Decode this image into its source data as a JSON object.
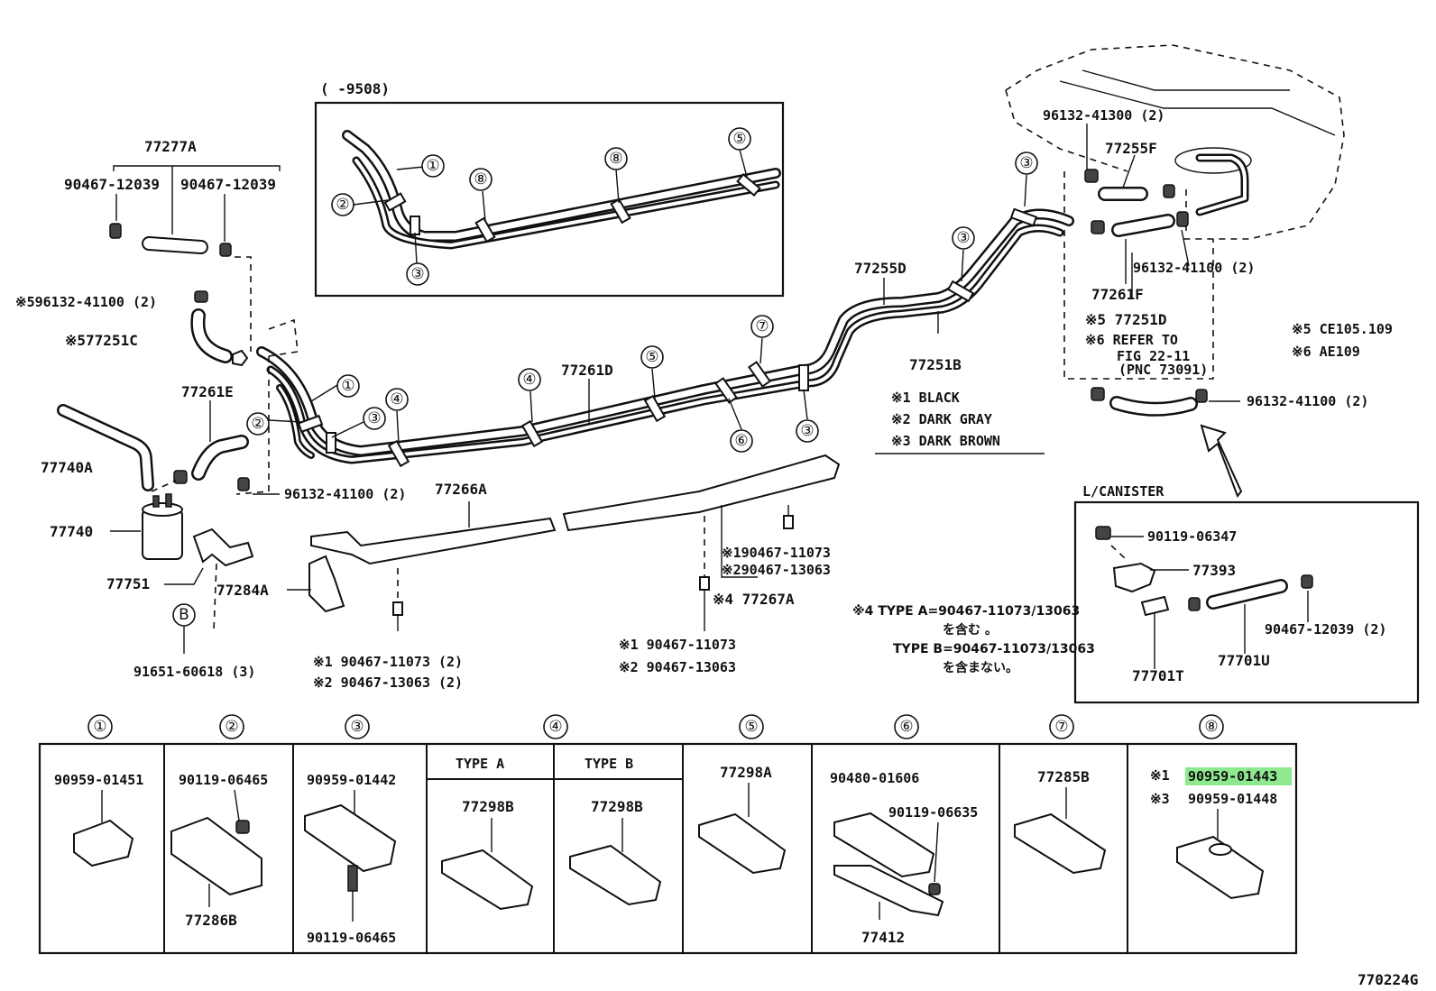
{
  "figure_id": "770224G",
  "inset_title": "(       -9508)",
  "callouts": {
    "c1": "①",
    "c2": "②",
    "c3": "③",
    "c4": "④",
    "c5": "⑤",
    "c6": "⑥",
    "c7": "⑦",
    "c8": "⑧",
    "cB": "B"
  },
  "parts": {
    "p77277A": "77277A",
    "p90467_12039_a": "90467-12039",
    "p90467_12039_b": "90467-12039",
    "p96132_41100_x5": "※596132-41100 (2)",
    "p77251C": "※577251C",
    "p77261E": "77261E",
    "p77740A": "77740A",
    "p77740": "77740",
    "p77751": "77751",
    "p77284A": "77284A",
    "p91651": "91651-60618 (3)",
    "p96132_41100_left": "96132-41100 (2)",
    "p77266A": "77266A",
    "p90467_11073_x1_2": "※1  90467-11073 (2)",
    "p90467_13063_x2_2": "※2  90467-13063 (2)",
    "p77261D": "77261D",
    "p190467_11073": "※190467-11073",
    "p290467_13063": "※290467-13063",
    "p77267A": "※4 77267A",
    "p90467_11073_x1": "※1  90467-11073",
    "p90467_13063_x2": "※2  90467-13063",
    "p77255D": "77255D",
    "p77251B": "77251B",
    "p96132_41300": "96132-41300 (2)",
    "p77255F": "77255F",
    "p96132_41100_tank": "96132-41100 (2)",
    "p77261F": "77261F",
    "p77251D": "※5 77251D",
    "p96132_41100_right": "96132-41100 (2)",
    "x6_refer": "※6 REFER  TO",
    "x6_fig": "FIG 22-11",
    "x6_pnc": "(PNC 73091)",
    "x5_note": "※5 CE105.109",
    "x6_note": "※6 AE109",
    "color1": "※1  BLACK",
    "color2": "※2  DARK GRAY",
    "color3": "※3  DARK BROWN",
    "type_note_1": "※4  TYPE A=90467-11073/13063",
    "type_note_2": "を含む 。",
    "type_note_3": "TYPE B=90467-11073/13063",
    "type_note_4": "を含まない。"
  },
  "canister": {
    "title": "L/CANISTER",
    "p90119_06347": "90119-06347",
    "p77393": "77393",
    "p90467_12039": "90467-12039 (2)",
    "p77701T": "77701T",
    "p77701U": "77701U"
  },
  "table": {
    "col_1": {
      "c1": "90959-01451"
    },
    "col_2": {
      "a": "90119-06465",
      "b": "77286B"
    },
    "col_3": {
      "a": "90959-01442",
      "b": "90119-06465"
    },
    "col_4a": {
      "type": "TYPE  A",
      "part": "77298B"
    },
    "col_4b": {
      "type": "TYPE  B",
      "part": "77298B"
    },
    "col_5": {
      "part": "77298A"
    },
    "col_6": {
      "a": "90480-01606",
      "b": "90119-06635",
      "c": "77412"
    },
    "col_7": {
      "part": "77285B"
    },
    "col_8": {
      "x1": "※1",
      "a": "90959-01443",
      "x3": "※3",
      "b": "90959-01448"
    }
  },
  "colors": {
    "highlight": "#8ee88e",
    "ink": "#111111"
  }
}
